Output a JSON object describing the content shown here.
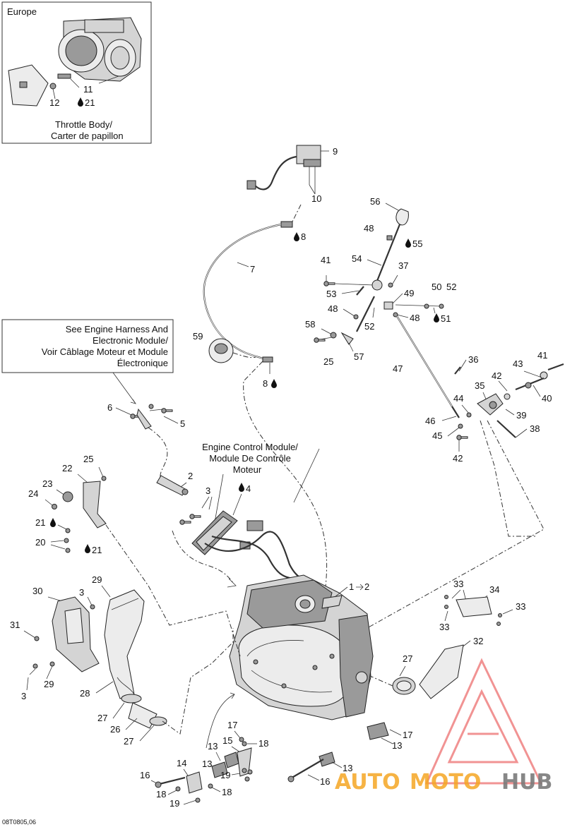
{
  "inset": {
    "region_label": "Europe",
    "caption_line1": "Throttle Body/",
    "caption_line2": "Carter de papillon"
  },
  "notes": {
    "harness_line1": "See Engine Harness And",
    "harness_line2": "Electronic Module/",
    "harness_line3": "Voir Câblage Moteur et Module",
    "harness_line4": "Électronique",
    "ecm_line1": "Engine Control Module/",
    "ecm_line2": "Module De Contrôle",
    "ecm_line3": "Moteur"
  },
  "callouts": {
    "n1": "1",
    "n1b": "2",
    "n2": "2",
    "n3a": "3",
    "n3b": "3",
    "n3c": "3",
    "n4": "4",
    "n5": "5",
    "n6": "6",
    "n7": "7",
    "n8a": "8",
    "n8b": "8",
    "n9": "9",
    "n10": "10",
    "n11": "11",
    "n12": "12",
    "n13a": "13",
    "n13b": "13",
    "n13c": "13",
    "n13d": "13",
    "n14": "14",
    "n15": "15",
    "n16a": "16",
    "n16b": "16",
    "n17a": "17",
    "n17b": "17",
    "n18a": "18",
    "n18b": "18",
    "n18c": "18",
    "n19a": "19",
    "n19b": "19",
    "n20": "20",
    "n21a": "21",
    "n21b": "21",
    "n21c": "21",
    "n22": "22",
    "n23": "23",
    "n24": "24",
    "n25a": "25",
    "n25b": "25",
    "n26": "26",
    "n27a": "27",
    "n27b": "27",
    "n27c": "27",
    "n28": "28",
    "n29a": "29",
    "n29b": "29",
    "n30": "30",
    "n31": "31",
    "n32": "32",
    "n33a": "33",
    "n33b": "33",
    "n33c": "33",
    "n34": "34",
    "n35": "35",
    "n36": "36",
    "n37": "37",
    "n38": "38",
    "n39": "39",
    "n40": "40",
    "n41a": "41",
    "n41b": "41",
    "n42a": "42",
    "n42b": "42",
    "n43": "43",
    "n44": "44",
    "n45": "45",
    "n46": "46",
    "n47": "47",
    "n48a": "48",
    "n48b": "48",
    "n48c": "48",
    "n49": "49",
    "n50": "50",
    "n51": "51",
    "n52a": "52",
    "n52b": "52",
    "n53": "53",
    "n54": "54",
    "n55": "55",
    "n56": "56",
    "n57": "57",
    "n58": "58",
    "n59": "59"
  },
  "footer": {
    "drawing_code": "08T0805,06"
  },
  "watermark": {
    "word_a": "AUTO",
    "word_b": "MOTO",
    "word_c": "HUB",
    "color_orange": "#f5a623",
    "color_gray": "#7a7a7a",
    "color_red": "#e53a3a"
  }
}
